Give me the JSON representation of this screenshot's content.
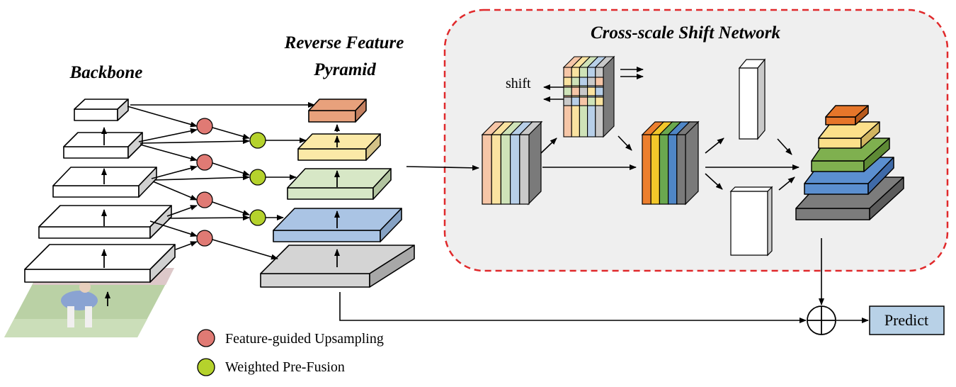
{
  "titles": {
    "backbone": "Backbone",
    "rfp_line1": "Reverse Feature",
    "rfp_line2": "Pyramid",
    "csn": "Cross-scale Shift Network"
  },
  "labels": {
    "shift": "shift",
    "predict": "Predict"
  },
  "legend": {
    "upsampling": "Feature-guided Upsampling",
    "prefusion": "Weighted Pre-Fusion"
  },
  "colors": {
    "upsampling_node": "#e07a74",
    "prefusion_node": "#b5d22c",
    "rfp_levels": [
      "#e8a17c",
      "#fbe9a7",
      "#d7e7c6",
      "#aac4e4",
      "#d4d4d4"
    ],
    "csn_region_fill": "#efefef",
    "csn_region_border": "#e0292b",
    "channel_stripes": [
      "#f6c6a7",
      "#fae3a0",
      "#cfe3b8",
      "#b7cfe8",
      "#c9c9c9"
    ],
    "fused_stripes": [
      "#ec7f2e",
      "#f2c72a",
      "#6aa84f",
      "#4f86c6",
      "#7a7a7a"
    ],
    "output_levels": [
      "#e6762a",
      "#fce08a",
      "#7fb04f",
      "#5b8fd0",
      "#7c7c7c"
    ],
    "predict_fill": "#b8d1e7"
  }
}
